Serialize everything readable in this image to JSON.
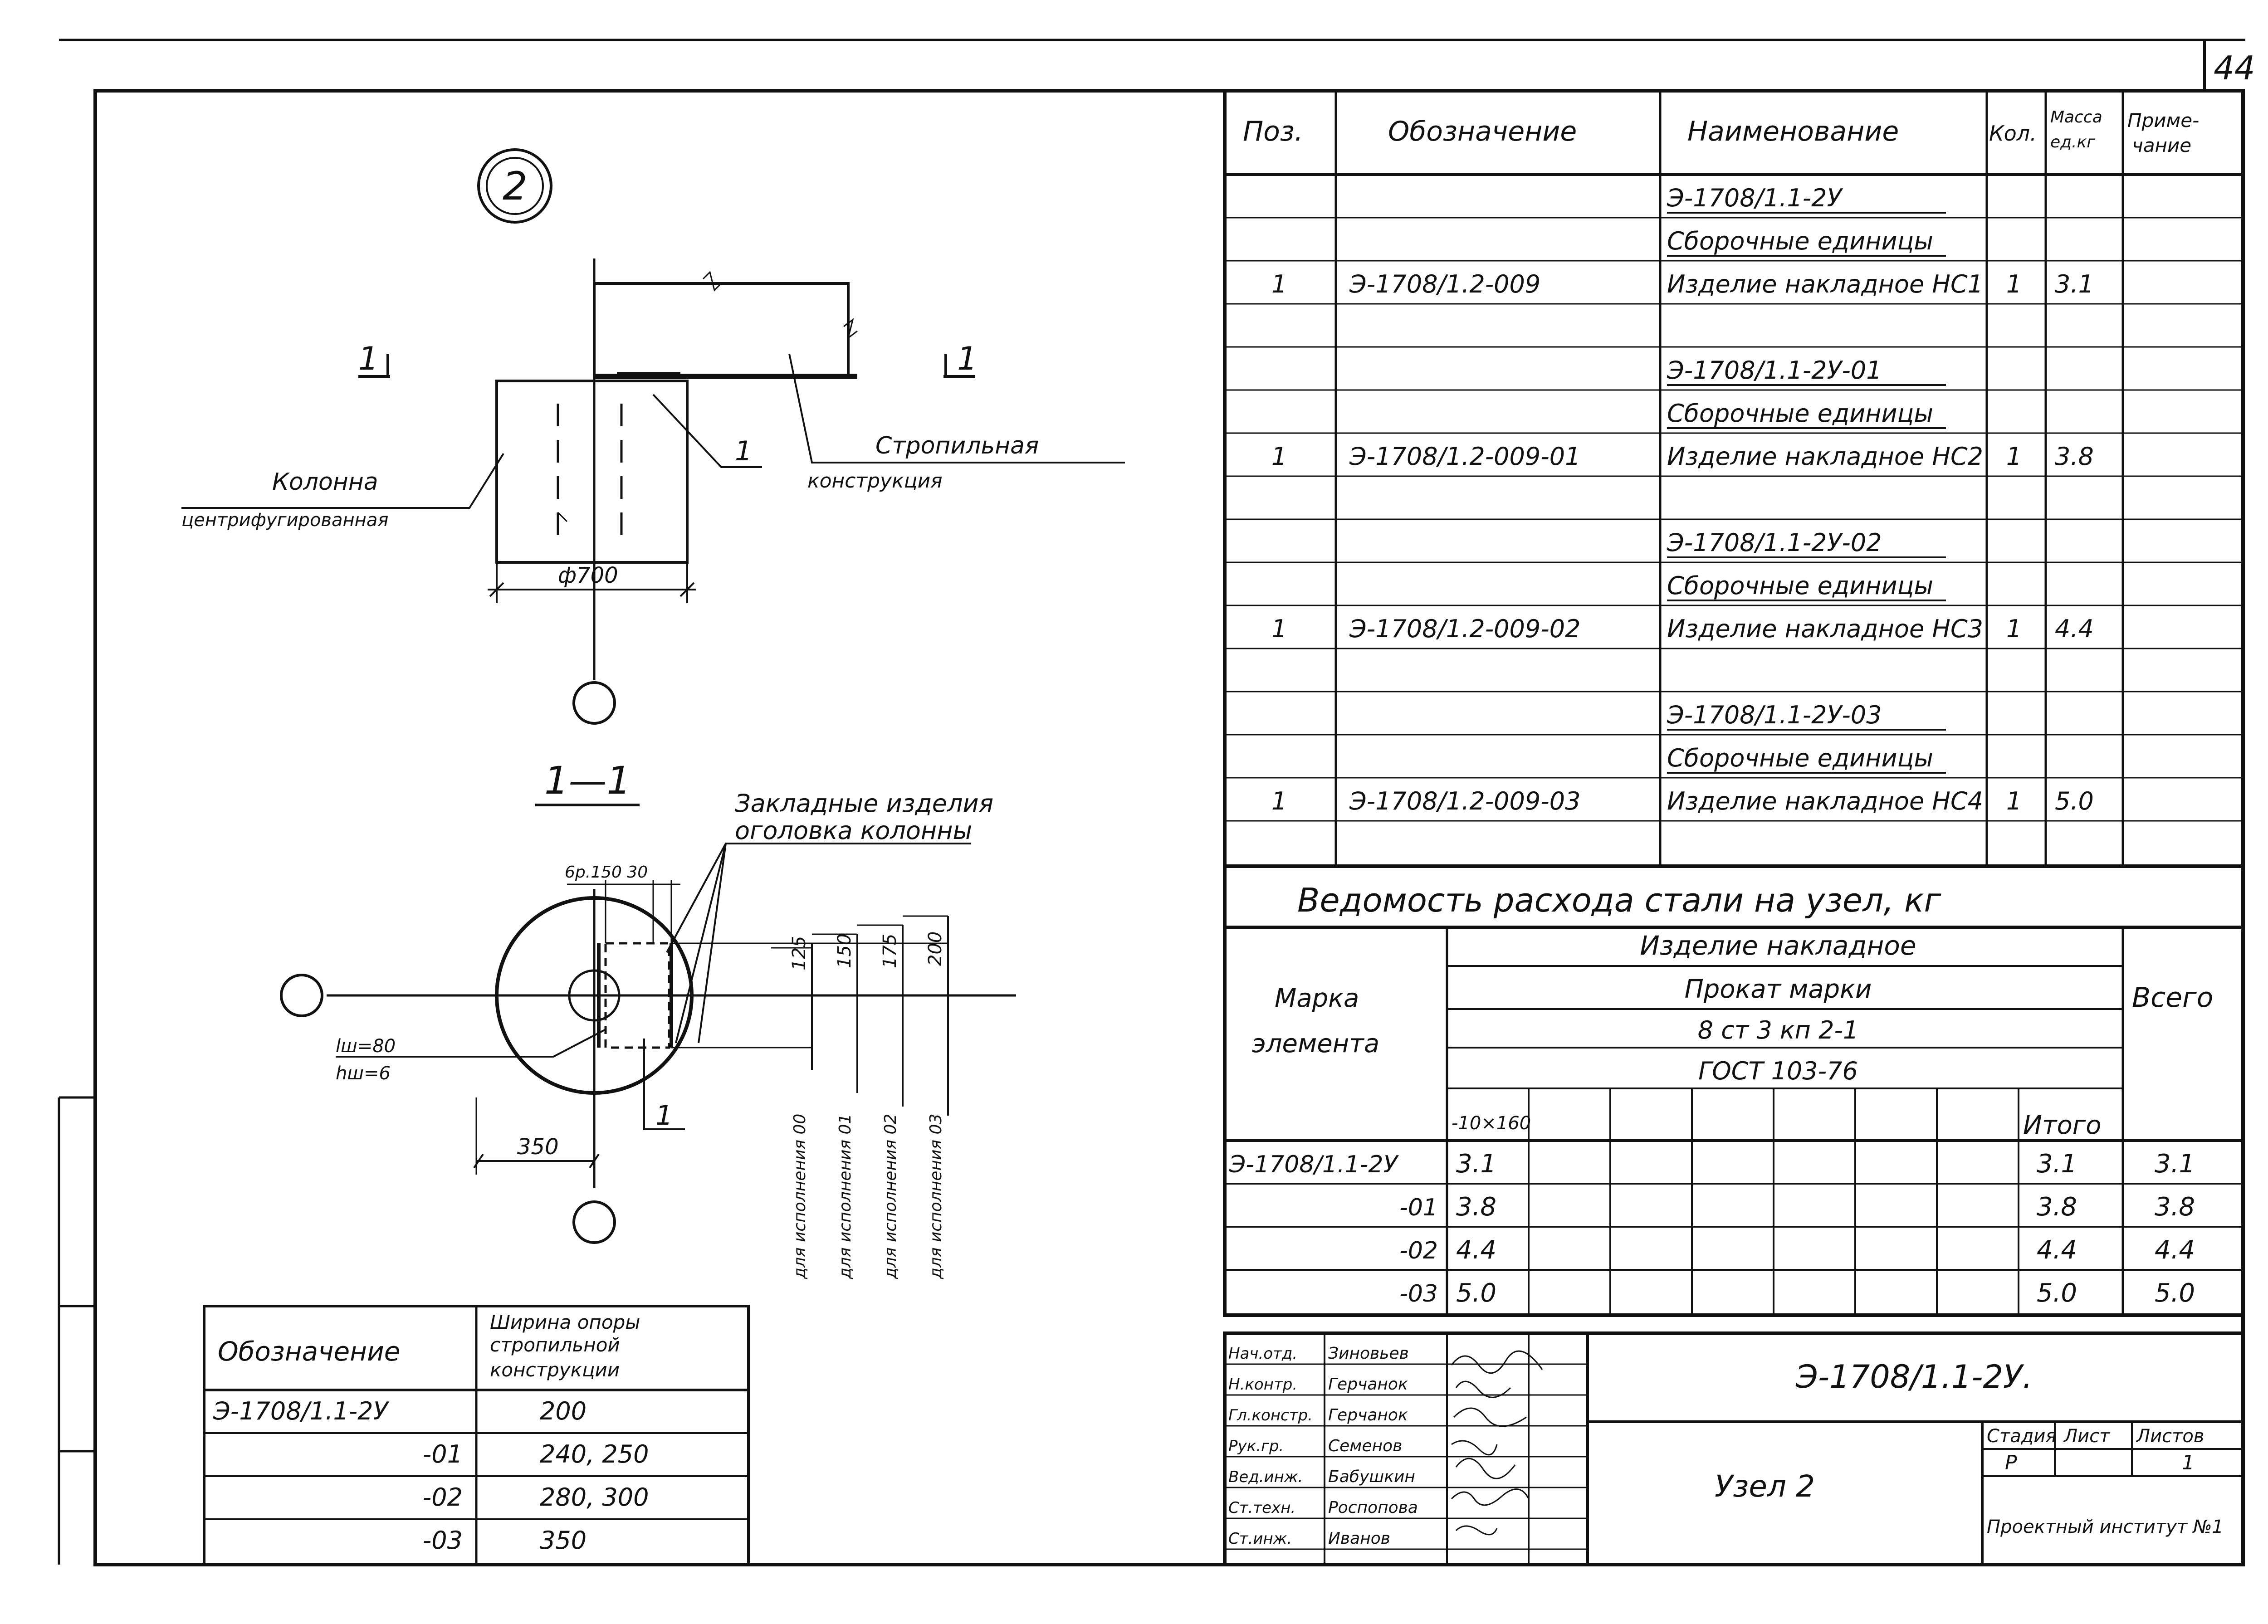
{
  "sheet": {
    "page_number": "44"
  },
  "node": {
    "circle_label": "2",
    "section_mark": "1",
    "section_title": "1—1",
    "labels": {
      "column_l1": "Колонна",
      "column_l2": "центрифугированная",
      "truss_l1": "Стропильная",
      "truss_l2": "конструкция",
      "part_leader": "1",
      "diameter": "ф700",
      "embed_l1": "Закладные изделия",
      "embed_l2": "оголовка колонны",
      "weld_dims": "6р.150 30",
      "weld_len": "lш=80",
      "weld_h": "hш=6",
      "dim_350": "350",
      "part_leader_2": "1"
    }
  },
  "variants": [
    {
      "dim": "125",
      "label": "для исполнения 00"
    },
    {
      "dim": "150",
      "label": "для исполнения 01"
    },
    {
      "dim": "175",
      "label": "для исполнения 02"
    },
    {
      "dim": "200",
      "label": "для исполнения 03"
    }
  ],
  "spec_table": {
    "headers": {
      "pos": "Поз.",
      "designation": "Обозначение",
      "name": "Наименование",
      "qty": "Кол.",
      "mass_l1": "Масса",
      "mass_l2": "ед.кг",
      "note_l1": "Приме-",
      "note_l2": "чание"
    },
    "rows": [
      {
        "pos": "",
        "designation": "",
        "name": "Э-1708/1.1-2У",
        "qty": "",
        "mass": "",
        "underline": true
      },
      {
        "pos": "",
        "designation": "",
        "name": "Сборочные единицы",
        "qty": "",
        "mass": "",
        "underline": true
      },
      {
        "pos": "1",
        "designation": "Э-1708/1.2-009",
        "name": "Изделие накладное НС1",
        "qty": "1",
        "mass": "3.1",
        "underline": false
      },
      {
        "pos": "",
        "designation": "",
        "name": "",
        "qty": "",
        "mass": "",
        "underline": false
      },
      {
        "pos": "",
        "designation": "",
        "name": "Э-1708/1.1-2У-01",
        "qty": "",
        "mass": "",
        "underline": true
      },
      {
        "pos": "",
        "designation": "",
        "name": "Сборочные единицы",
        "qty": "",
        "mass": "",
        "underline": true
      },
      {
        "pos": "1",
        "designation": "Э-1708/1.2-009-01",
        "name": "Изделие накладное НС2",
        "qty": "1",
        "mass": "3.8",
        "underline": false
      },
      {
        "pos": "",
        "designation": "",
        "name": "",
        "qty": "",
        "mass": "",
        "underline": false
      },
      {
        "pos": "",
        "designation": "",
        "name": "Э-1708/1.1-2У-02",
        "qty": "",
        "mass": "",
        "underline": true
      },
      {
        "pos": "",
        "designation": "",
        "name": "Сборочные единицы",
        "qty": "",
        "mass": "",
        "underline": true
      },
      {
        "pos": "1",
        "designation": "Э-1708/1.2-009-02",
        "name": "Изделие накладное НС3",
        "qty": "1",
        "mass": "4.4",
        "underline": false
      },
      {
        "pos": "",
        "designation": "",
        "name": "",
        "qty": "",
        "mass": "",
        "underline": false
      },
      {
        "pos": "",
        "designation": "",
        "name": "Э-1708/1.1-2У-03",
        "qty": "",
        "mass": "",
        "underline": true
      },
      {
        "pos": "",
        "designation": "",
        "name": "Сборочные единицы",
        "qty": "",
        "mass": "",
        "underline": true
      },
      {
        "pos": "1",
        "designation": "Э-1708/1.2-009-03",
        "name": "Изделие накладное НС4",
        "qty": "1",
        "mass": "5.0",
        "underline": false
      },
      {
        "pos": "",
        "designation": "",
        "name": "",
        "qty": "",
        "mass": "",
        "underline": false
      }
    ]
  },
  "steel_table": {
    "title": "Ведомость расхода стали на узел, кг",
    "headers": {
      "mark_l1": "Марка",
      "mark_l2": "элемента",
      "product": "Изделие накладное",
      "rolled": "Прокат марки",
      "grade": "8 ст 3 кп 2-1",
      "gost": "ГОСТ 103-76",
      "profile": "-10×160",
      "subtotal": "Итого",
      "total": "Всего"
    },
    "rows": [
      {
        "mark": "Э-1708/1.1-2У",
        "value": "3.1",
        "subtotal": "3.1",
        "total": "3.1"
      },
      {
        "mark": "-01",
        "value": "3.8",
        "subtotal": "3.8",
        "total": "3.8"
      },
      {
        "mark": "-02",
        "value": "4.4",
        "subtotal": "4.4",
        "total": "4.4"
      },
      {
        "mark": "-03",
        "value": "5.0",
        "subtotal": "5.0",
        "total": "5.0"
      }
    ]
  },
  "width_table": {
    "headers": {
      "designation": "Обозначение",
      "width_l1": "Ширина опоры",
      "width_l2": "стропильной",
      "width_l3": "конструкции"
    },
    "rows": [
      {
        "designation": "Э-1708/1.1-2У",
        "width": "200"
      },
      {
        "designation": "-01",
        "width": "240, 250"
      },
      {
        "designation": "-02",
        "width": "280, 300"
      },
      {
        "designation": "-03",
        "width": "350"
      }
    ]
  },
  "title_block": {
    "doc_code": "Э-1708/1.1-2У.",
    "sheet_name": "Узел 2",
    "stage_label": "Стадия",
    "sheet_label": "Лист",
    "sheets_label": "Листов",
    "stage": "Р",
    "sheet_no": "",
    "sheets": "1",
    "org": "Проектный институт №1",
    "staff": [
      {
        "role": "Нач.отд.",
        "name": "Зиновьев"
      },
      {
        "role": "Н.контр.",
        "name": "Герчанок"
      },
      {
        "role": "Гл.констр.",
        "name": "Герчанок"
      },
      {
        "role": "Рук.гр.",
        "name": "Семенов"
      },
      {
        "role": "Вед.инж.",
        "name": "Бабушкин"
      },
      {
        "role": "Ст.техн.",
        "name": "Роспопова"
      },
      {
        "role": "Ст.инж.",
        "name": "Иванов"
      }
    ]
  }
}
